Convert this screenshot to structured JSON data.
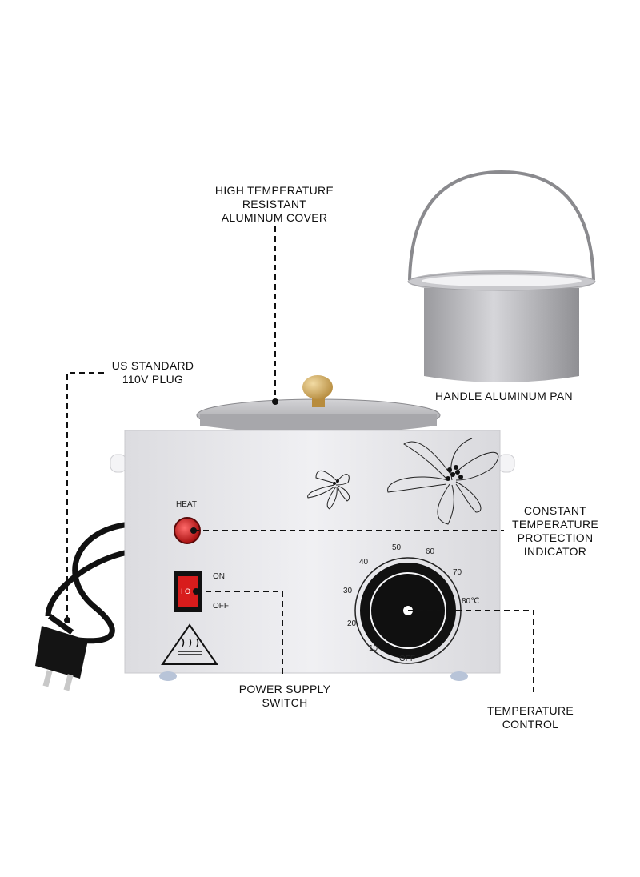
{
  "callouts": {
    "cover": [
      "HIGH TEMPERATURE",
      "RESISTANT",
      "ALUMINUM COVER"
    ],
    "plug": [
      "US STANDARD",
      "110V PLUG"
    ],
    "pan": [
      "HANDLE ALUMINUM PAN"
    ],
    "indicator": [
      "CONSTANT",
      "TEMPERATURE",
      "PROTECTION",
      "INDICATOR"
    ],
    "switch": [
      "POWER SUPPLY",
      "SWITCH"
    ],
    "control": [
      "TEMPERATURE",
      "CONTROL"
    ]
  },
  "device": {
    "heat_label": "HEAT",
    "switch_on": "ON",
    "switch_off": "OFF",
    "switch_glyph": "I O",
    "dial_ticks": [
      "10",
      "20",
      "30",
      "40",
      "50",
      "60",
      "70",
      "80℃",
      "OFF"
    ]
  },
  "colors": {
    "body": "#e9e9ec",
    "indicator": "#d11a1a",
    "switch": "#d81c1c",
    "knob": "#111111",
    "lid_knob": "#d9b16a"
  }
}
